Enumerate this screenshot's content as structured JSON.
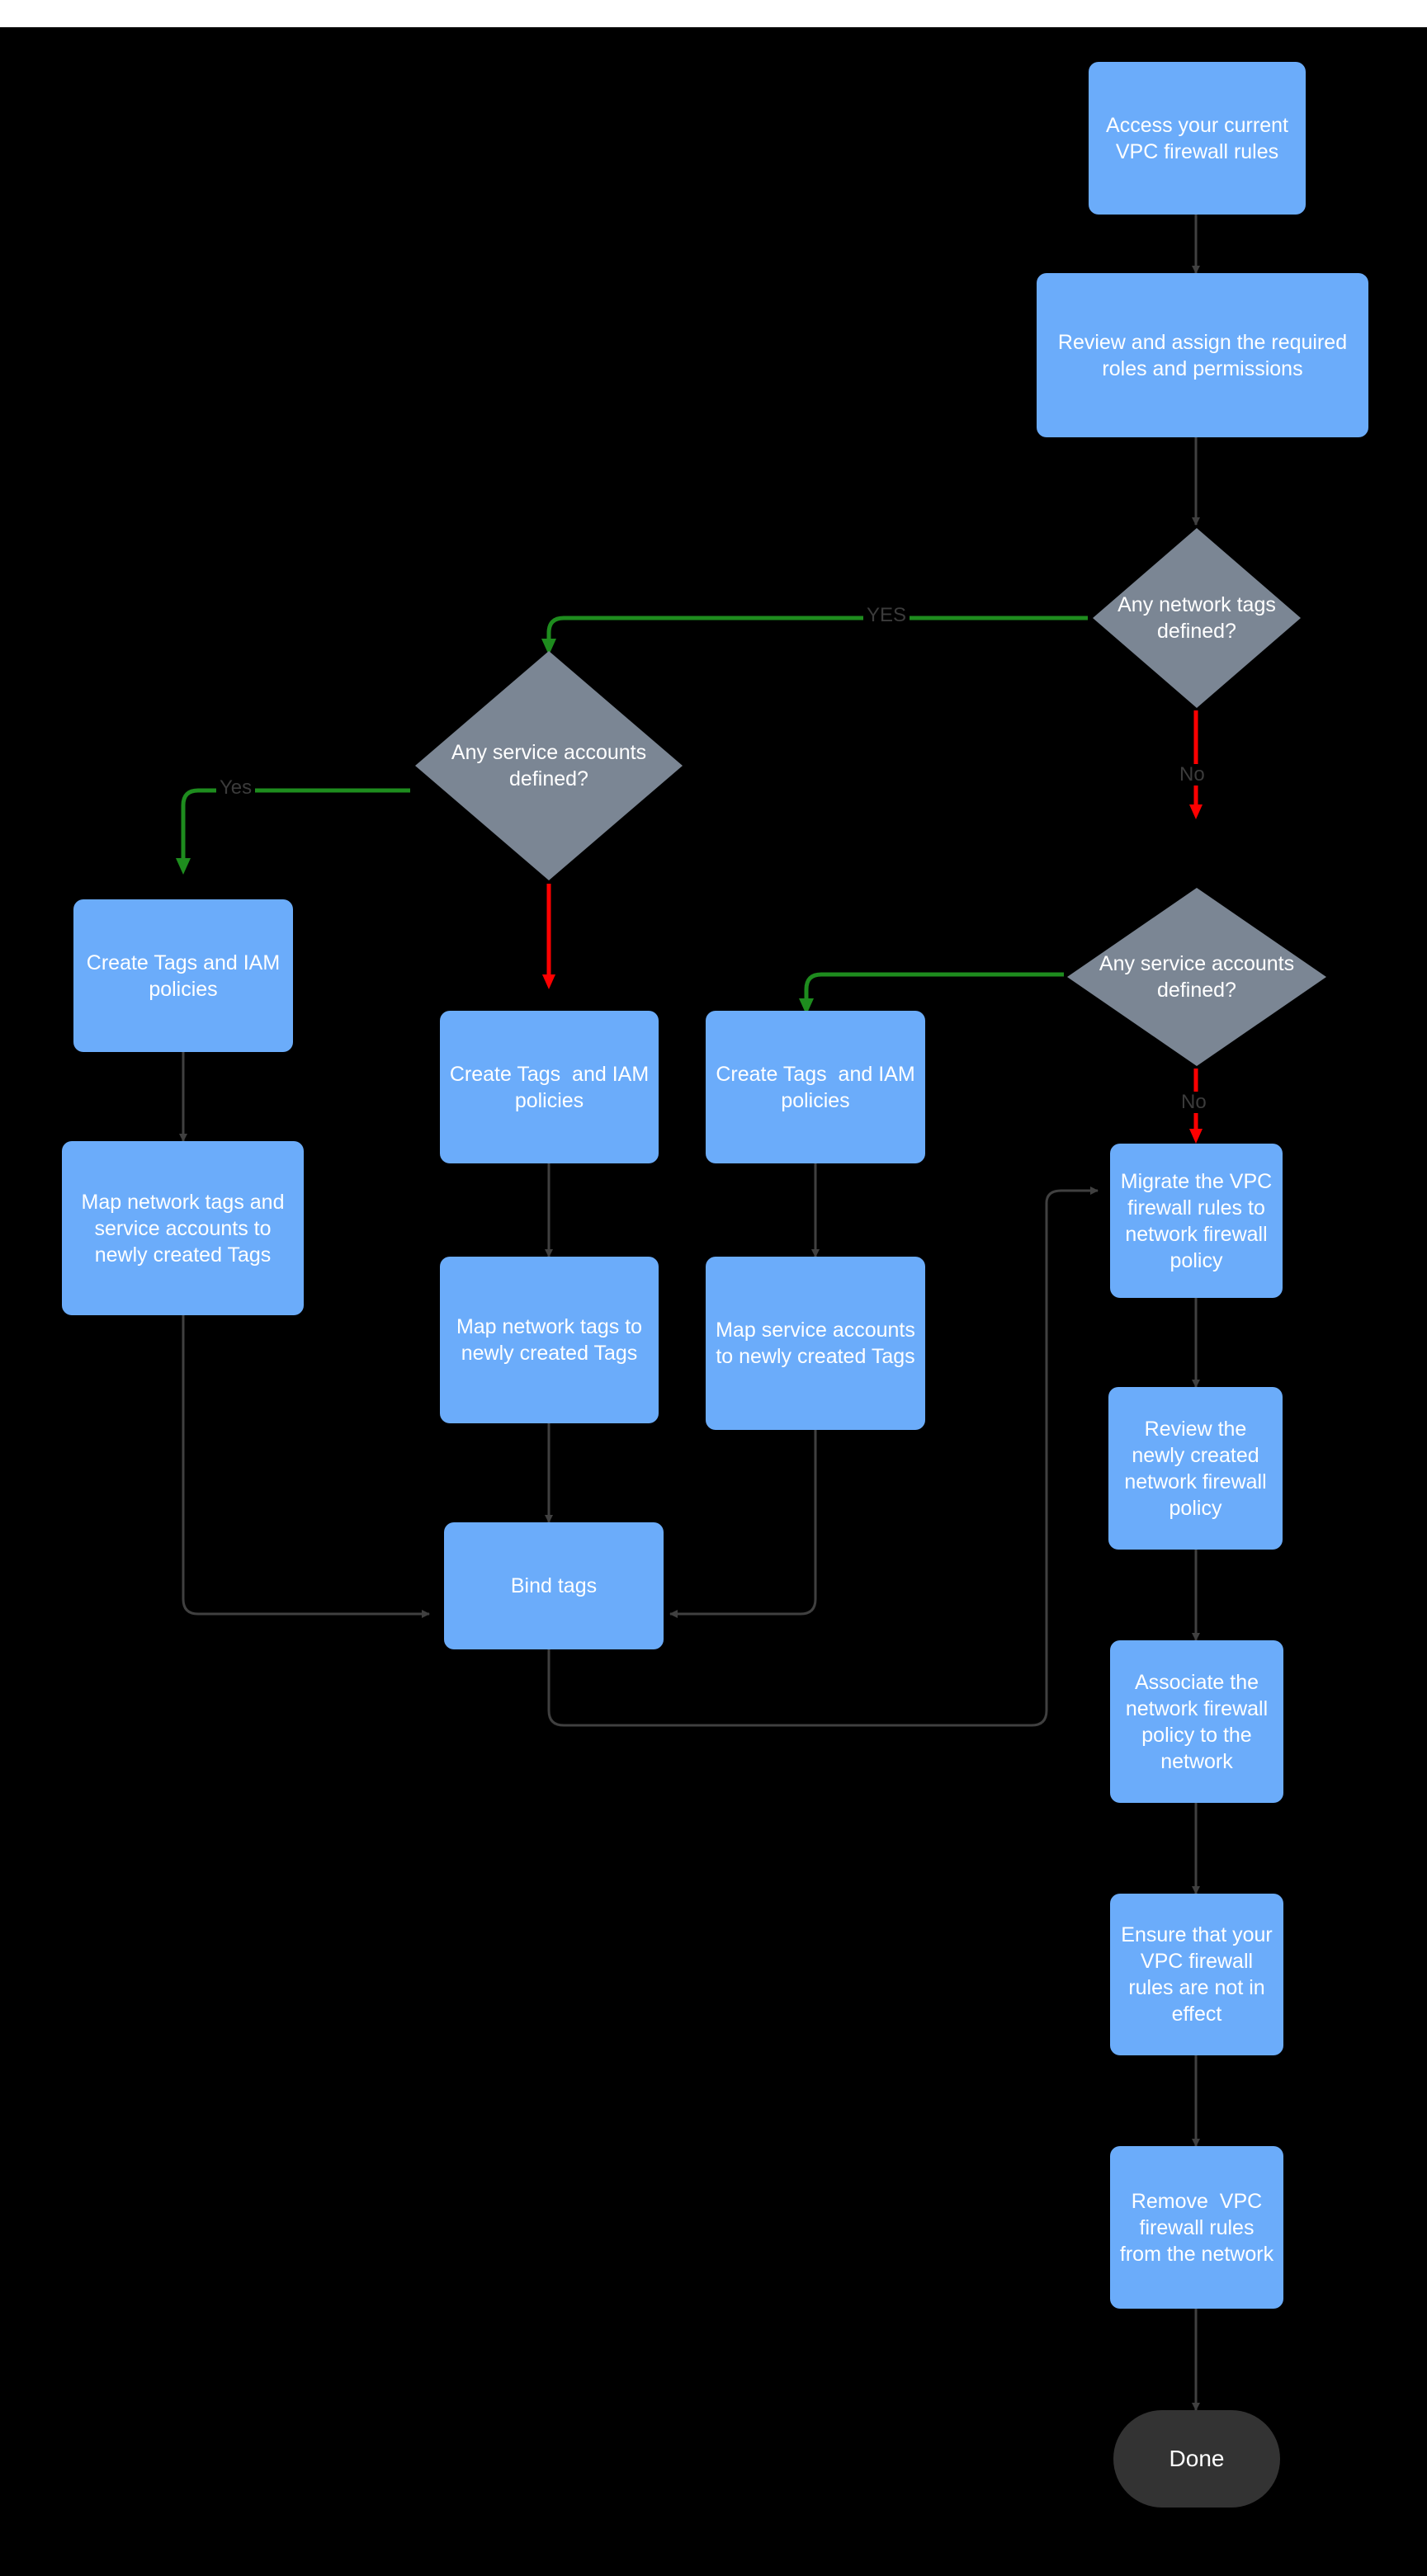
{
  "diagram": {
    "title": "VPC firewall rules to network firewall policy migration flowchart",
    "background_color": "#000000",
    "colors": {
      "process_fill": "#6BACFA",
      "decision_fill": "#7B8694",
      "terminal_fill": "#333333",
      "text": "#FFFFFF",
      "edge_default": "#404040",
      "edge_yes": "#1E8C1E",
      "edge_no": "#FF0000",
      "edge_label_text": "#3B3B3B"
    },
    "nodes": [
      {
        "id": "n1",
        "type": "process",
        "label": "Access your current VPC firewall rules"
      },
      {
        "id": "n2",
        "type": "process",
        "label": "Review and assign the required roles and permissions"
      },
      {
        "id": "d1",
        "type": "decision",
        "label": "Any network tags defined?"
      },
      {
        "id": "d2",
        "type": "decision",
        "label": "Any service accounts defined?"
      },
      {
        "id": "d3",
        "type": "decision",
        "label": "Any service accounts defined?"
      },
      {
        "id": "n3",
        "type": "process",
        "label": "Create Tags and IAM policies"
      },
      {
        "id": "n4",
        "type": "process",
        "label": "Create Tags  and IAM policies"
      },
      {
        "id": "n5",
        "type": "process",
        "label": "Create Tags  and IAM policies"
      },
      {
        "id": "n6",
        "type": "process",
        "label": "Map network tags and service accounts to newly created Tags"
      },
      {
        "id": "n7",
        "type": "process",
        "label": "Map network tags to newly created Tags"
      },
      {
        "id": "n8",
        "type": "process",
        "label": "Map service accounts  to newly created Tags"
      },
      {
        "id": "n9",
        "type": "process",
        "label": "Bind tags"
      },
      {
        "id": "n10",
        "type": "process",
        "label": "Migrate the VPC firewall rules to network firewall policy"
      },
      {
        "id": "n11",
        "type": "process",
        "label": "Review the newly created network firewall policy"
      },
      {
        "id": "n12",
        "type": "process",
        "label": "Associate the network firewall policy to the network"
      },
      {
        "id": "n13",
        "type": "process",
        "label": "Ensure that your VPC firewall rules are not in effect"
      },
      {
        "id": "n14",
        "type": "process",
        "label": "Remove  VPC firewall rules from the network"
      },
      {
        "id": "n15",
        "type": "terminal",
        "label": "Done"
      }
    ],
    "edge_labels": {
      "d1_yes": "YES",
      "d1_no": "No",
      "d2_yes": "Yes",
      "d3_no": "No"
    }
  }
}
